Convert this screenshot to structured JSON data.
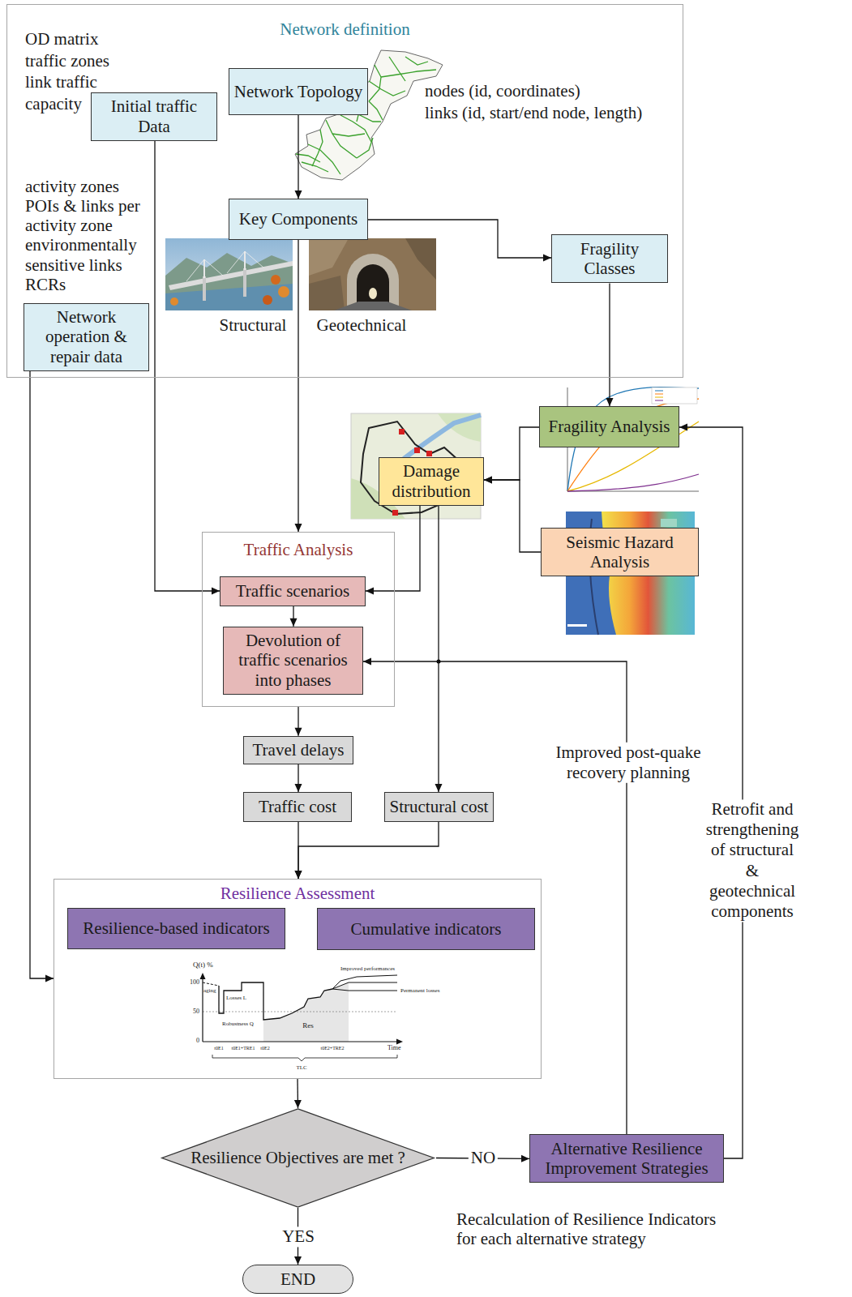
{
  "diagram": {
    "nodes": [
      {
        "text": [
          "Network definition"
        ]
      },
      {
        "text": [
          "Initial traffic Data"
        ],
        "in": 0
      },
      {
        "text": [
          "Network Topology"
        ],
        "in": 0
      },
      {
        "text": [
          "Key Components"
        ],
        "in": 0
      },
      {
        "text": [
          "Fragility Classes"
        ],
        "in": 0
      },
      {
        "text": [
          "Network operation & repair data"
        ],
        "in": 0
      },
      {
        "text": [
          "Fragility Analysis"
        ]
      },
      {
        "text": [
          "Damage distribution"
        ]
      },
      {
        "text": [
          "Seismic Hazard Analysis"
        ]
      },
      {
        "text": [
          "Traffic Analysis"
        ]
      },
      {
        "text": [
          "Traffic scenarios"
        ],
        "in": 9
      },
      {
        "text": [
          "Devolution of traffic scenarios into phases"
        ],
        "in": 9
      },
      {
        "text": [
          "Travel delays"
        ]
      },
      {
        "text": [
          "Traffic cost"
        ]
      },
      {
        "text": [
          "Structural cost"
        ]
      },
      {
        "text": [
          "Resilience Assessment"
        ]
      },
      {
        "text": [
          "Resilience-based indicators"
        ],
        "in": 15
      },
      {
        "text": [
          "Cumulative indicators"
        ],
        "in": 15
      },
      {
        "text": [
          "Resilience Objectives are met ?"
        ]
      },
      {
        "text": [
          "Alternative Resilience Improvement Strategies"
        ]
      },
      {
        "text": [
          "END"
        ]
      }
    ],
    "edges": [
      {
        "from": 2,
        "to": 3,
        "arrow": "to"
      },
      {
        "from": 3,
        "to": 4,
        "arrow": "to"
      },
      {
        "from": 4,
        "to": 6,
        "arrow": "to"
      },
      {
        "from": 1,
        "to": 10,
        "arrow": "to"
      },
      {
        "from": 3,
        "to": 9,
        "arrow": "to"
      },
      {
        "from": 6,
        "to": 7,
        "arrow": "to"
      },
      {
        "from": 8,
        "to": 7,
        "arrow": "to"
      },
      {
        "from": 7,
        "to": 10,
        "arrow": "to"
      },
      {
        "from": 7,
        "to": 14,
        "arrow": "to"
      },
      {
        "from": 10,
        "to": 11,
        "arrow": "to"
      },
      {
        "from": 9,
        "to": 12,
        "arrow": "to"
      },
      {
        "from": 12,
        "to": 13,
        "arrow": "to"
      },
      {
        "from": 13,
        "to": 15,
        "arrow": "to"
      },
      {
        "from": 14,
        "to": 15,
        "arrow": "to"
      },
      {
        "from": 5,
        "to": 15,
        "arrow": "to"
      },
      {
        "from": 15,
        "to": 18,
        "arrow": "to"
      },
      {
        "from": 18,
        "to": 19,
        "label": "NO",
        "arrow": "to"
      },
      {
        "from": 18,
        "to": 20,
        "label": "YES",
        "arrow": "to"
      },
      {
        "from": 19,
        "to": 11,
        "label": "Improved post-quake recovery planning",
        "arrow": "to"
      },
      {
        "from": 19,
        "to": 6,
        "label": "Retrofit and strengthening of structural & geotechnical components",
        "arrow": "to"
      }
    ],
    "labels": [
      "OD matrix",
      "traffic zones",
      "link traffic",
      "capacity",
      "nodes (id, coordinates)",
      "links (id, start/end node, length)",
      "activity zones",
      "POIs & links per activity zone",
      "environmentally sensitive links",
      "RCRs",
      "Structural",
      "Geotechnical",
      "Q(t) %",
      "100",
      "50",
      "0",
      "aging",
      "Losses L",
      "Robustness Q",
      "Res",
      "Improved performances",
      "Permanent losses",
      "Time",
      "t0E1",
      "t0E1+TRE1",
      "t0E2",
      "t0E2+TRE2",
      "TLC",
      "Recalculation of Resilience Indicators for each alternative strategy"
    ]
  }
}
